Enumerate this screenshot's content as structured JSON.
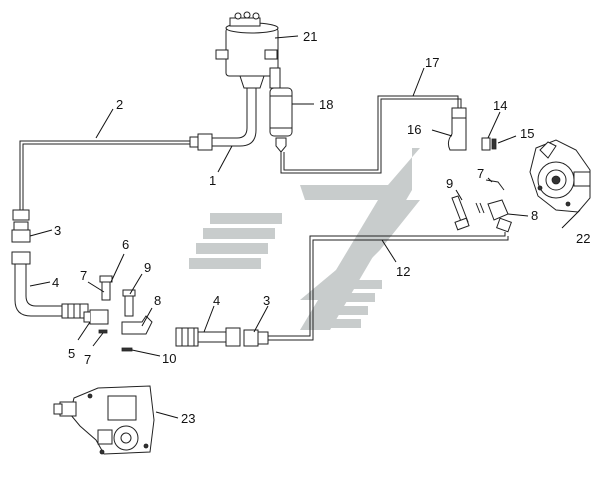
{
  "diagram": {
    "labels": {
      "l1": "1",
      "l2": "2",
      "l3a": "3",
      "l3b": "3",
      "l4a": "4",
      "l4b": "4",
      "l5": "5",
      "l6": "6",
      "l7a": "7",
      "l7b": "7",
      "l7c": "7",
      "l8a": "8",
      "l8b": "8",
      "l9a": "9",
      "l9b": "9",
      "l10": "10",
      "l12": "12",
      "l14": "14",
      "l15": "15",
      "l16": "16",
      "l17": "17",
      "l18": "18",
      "l21": "21",
      "l22": "22",
      "l23": "23"
    },
    "colors": {
      "watermark": "#c8cccc",
      "line": "#222222"
    }
  }
}
